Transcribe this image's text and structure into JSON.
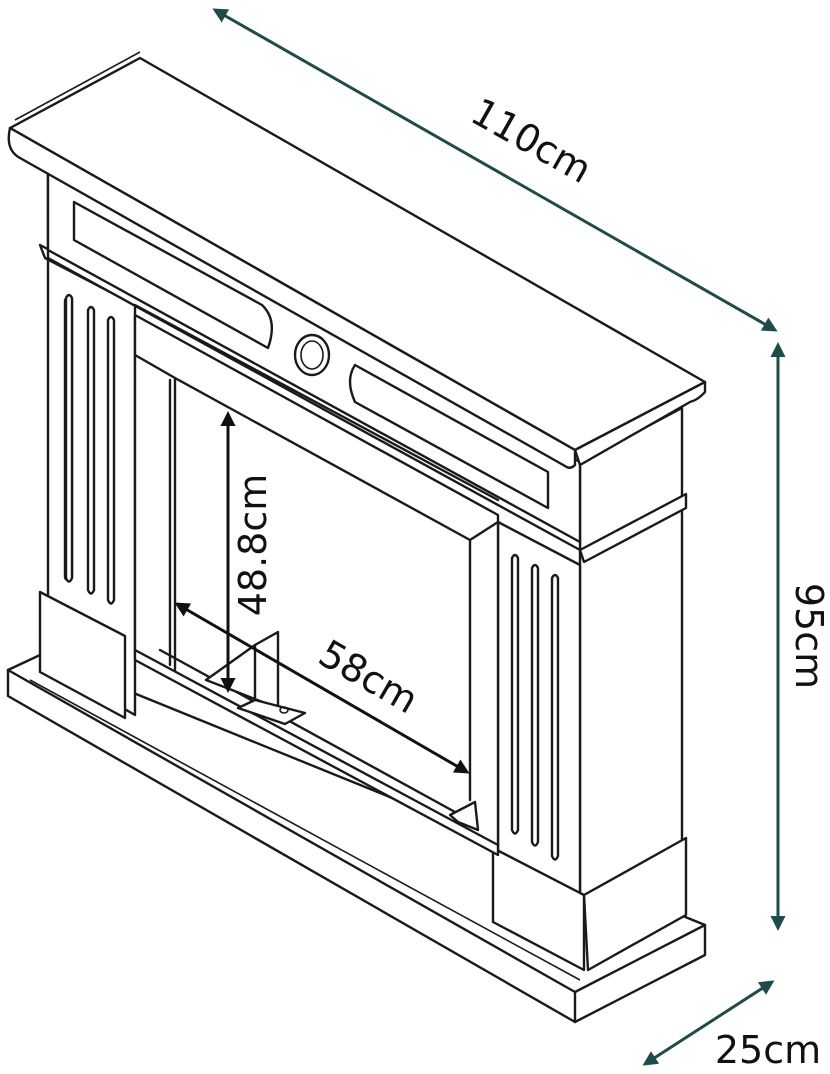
{
  "colors": {
    "outer_dimension": "#1f4b4a",
    "inner_dimension": "#111111",
    "line": "#1a1a1a",
    "background": "#ffffff"
  },
  "dimensions": {
    "width": "110cm",
    "height": "95cm",
    "depth": "25cm",
    "opening_height": "48.8cm",
    "opening_width": "58cm"
  }
}
